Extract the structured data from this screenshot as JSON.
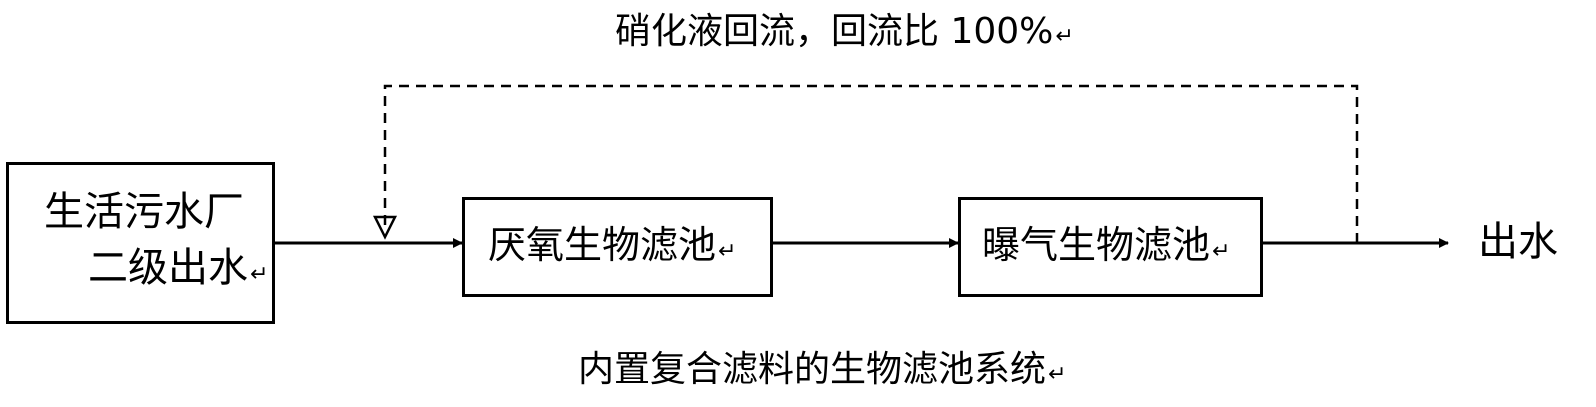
{
  "diagram": {
    "recycle_label": "硝化液回流，回流比 100%",
    "source_line1": "生活污水厂",
    "source_line2": "二级出水",
    "anaerobic_label": "厌氧生物滤池",
    "aerated_label": "曝气生物滤池",
    "output_label": "出水",
    "caption": "内置复合滤料的生物滤池系统",
    "return_mark": "↵"
  }
}
